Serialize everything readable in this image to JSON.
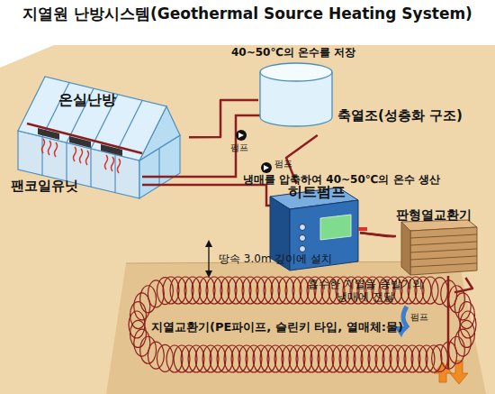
{
  "diagram": {
    "title": "지열원 난방시스템(Geothermal Source Heating System)",
    "nodes": [
      {
        "text": [
          "온실난방",
          "팬코일유닛"
        ]
      },
      {
        "text": [
          "축열조(성층화 구조)"
        ]
      },
      {
        "text": [
          "히트펌프"
        ]
      },
      {
        "text": [
          "판형열교환기"
        ]
      },
      {
        "text": [
          "지열교환기(PE파이프, 슬린키 타입, 열매체:물)"
        ]
      }
    ],
    "edges": [
      {
        "from": 0,
        "to": 1,
        "arrow": "none"
      },
      {
        "from": 1,
        "to": 2,
        "arrow": "none"
      },
      {
        "from": 2,
        "to": 3,
        "arrow": "none"
      },
      {
        "from": 3,
        "to": 4,
        "arrow": "none"
      }
    ],
    "labels": [
      "40~50℃의 온수를 저장",
      "펌프",
      "냉매를 압축하여 40~50℃의 온수 생산",
      "펌프",
      "흡수한 지열을 증발기의 냉매에 전달",
      "땅속 3.0m 깊이에 설치",
      "펌프"
    ]
  }
}
